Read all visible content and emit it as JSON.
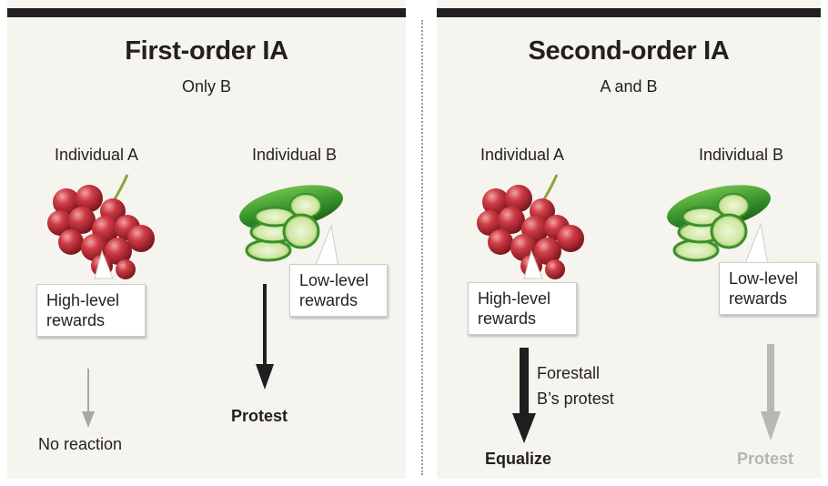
{
  "panels": [
    {
      "title": "First-order IA",
      "subtitle": "Only B",
      "individual_a": "Individual A",
      "individual_b": "Individual B",
      "a_reward": [
        "High-level",
        "rewards"
      ],
      "b_reward": [
        "Low-level",
        "rewards"
      ],
      "a_outcome": "No reaction",
      "b_outcome": "Protest"
    },
    {
      "title": "Second-order IA",
      "subtitle": "A and B",
      "individual_a": "Individual A",
      "individual_b": "Individual B",
      "a_reward": [
        "High-level",
        "rewards"
      ],
      "b_reward": [
        "Low-level",
        "rewards"
      ],
      "a_side_label": [
        "Forestall",
        "B’s protest"
      ],
      "a_outcome": "Equalize",
      "b_outcome": "Protest"
    }
  ],
  "icons": [
    "grapes-icon",
    "cucumber-icon"
  ],
  "colors": {
    "bar": "#231f20",
    "panel": "#f6f4ef",
    "arrow_dark": "#1f1f1f",
    "arrow_light": "#a9a7a3",
    "grape": "#c0313c",
    "cucumber": "#3f8f2f"
  }
}
